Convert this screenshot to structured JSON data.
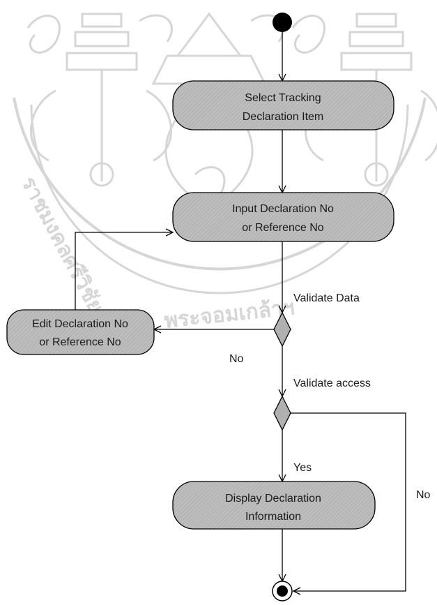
{
  "diagram": {
    "type": "activity-diagram",
    "watermark": {
      "description": "university seal watermark",
      "text_lower": "พระจอมเกล้าฯ",
      "text_left": "ราชมงคลศรีวิชัย"
    },
    "nodes": {
      "select_tracking": {
        "line1": "Select Tracking",
        "line2": "Declaration Item"
      },
      "input_declaration": {
        "line1": "Input Declaration No",
        "line2": "or Reference No"
      },
      "edit_declaration": {
        "line1": "Edit Declaration No",
        "line2": "or Reference No"
      },
      "display_declaration": {
        "line1": "Display Declaration",
        "line2": "Information"
      }
    },
    "edge_labels": {
      "validate_data": "Validate Data",
      "validate_access": "Validate access",
      "no_edit": "No",
      "yes_display": "Yes",
      "no_end": "No"
    },
    "colors": {
      "activity_fill": "#b8b8b8",
      "stroke": "#000000",
      "watermark": "#d0d0d0"
    }
  }
}
